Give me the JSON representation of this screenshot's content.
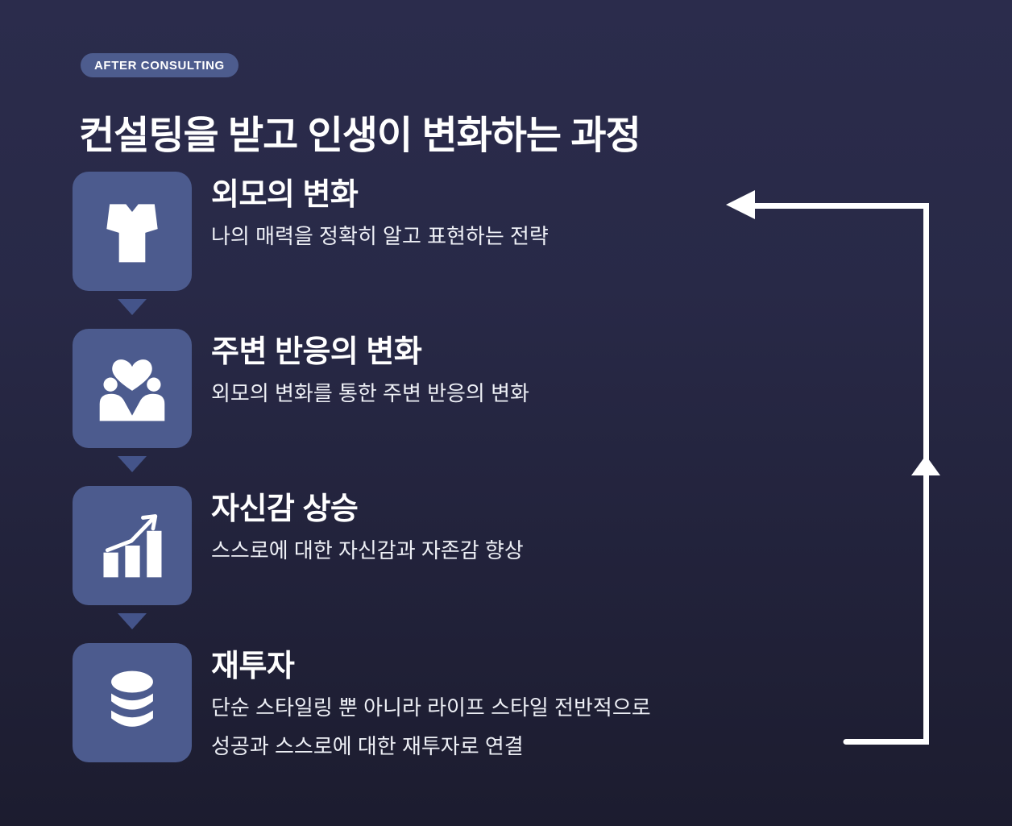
{
  "badge": {
    "label": "AFTER CONSULTING"
  },
  "title": "컨설팅을 받고 인생이 변화하는 과정",
  "steps": [
    {
      "icon": "tshirt-icon",
      "title": "외모의 변화",
      "description": "나의 매력을 정확히 알고 표현하는 전략"
    },
    {
      "icon": "people-heart-icon",
      "title": "주변 반응의 변화",
      "description": "외모의 변화를 통한 주변 반응의 변화"
    },
    {
      "icon": "bar-chart-icon",
      "title": "자신감 상승",
      "description": "스스로에 대한 자신감과 자존감 향상"
    },
    {
      "icon": "coins-icon",
      "title": "재투자",
      "description": "단순 스타일링 뿐 아니라 라이프 스타일 전반적으로",
      "description_line2": "성공과 스스로에 대한 재투자로 연결"
    }
  ],
  "flow": {
    "loop_arrow": "loop-arrow-icon",
    "direction": "bottom step loops back up to top step"
  },
  "colors": {
    "background_top": "#2b2c4c",
    "background_bottom": "#1c1c2f",
    "tile_blue": "#4c5b8e",
    "badge_blue": "#4d5c8e",
    "chevron_blue": "#44548a",
    "title_white": "#ffffff",
    "subtitle_white": "#eef0f6",
    "arrow_white": "#ffffff"
  }
}
